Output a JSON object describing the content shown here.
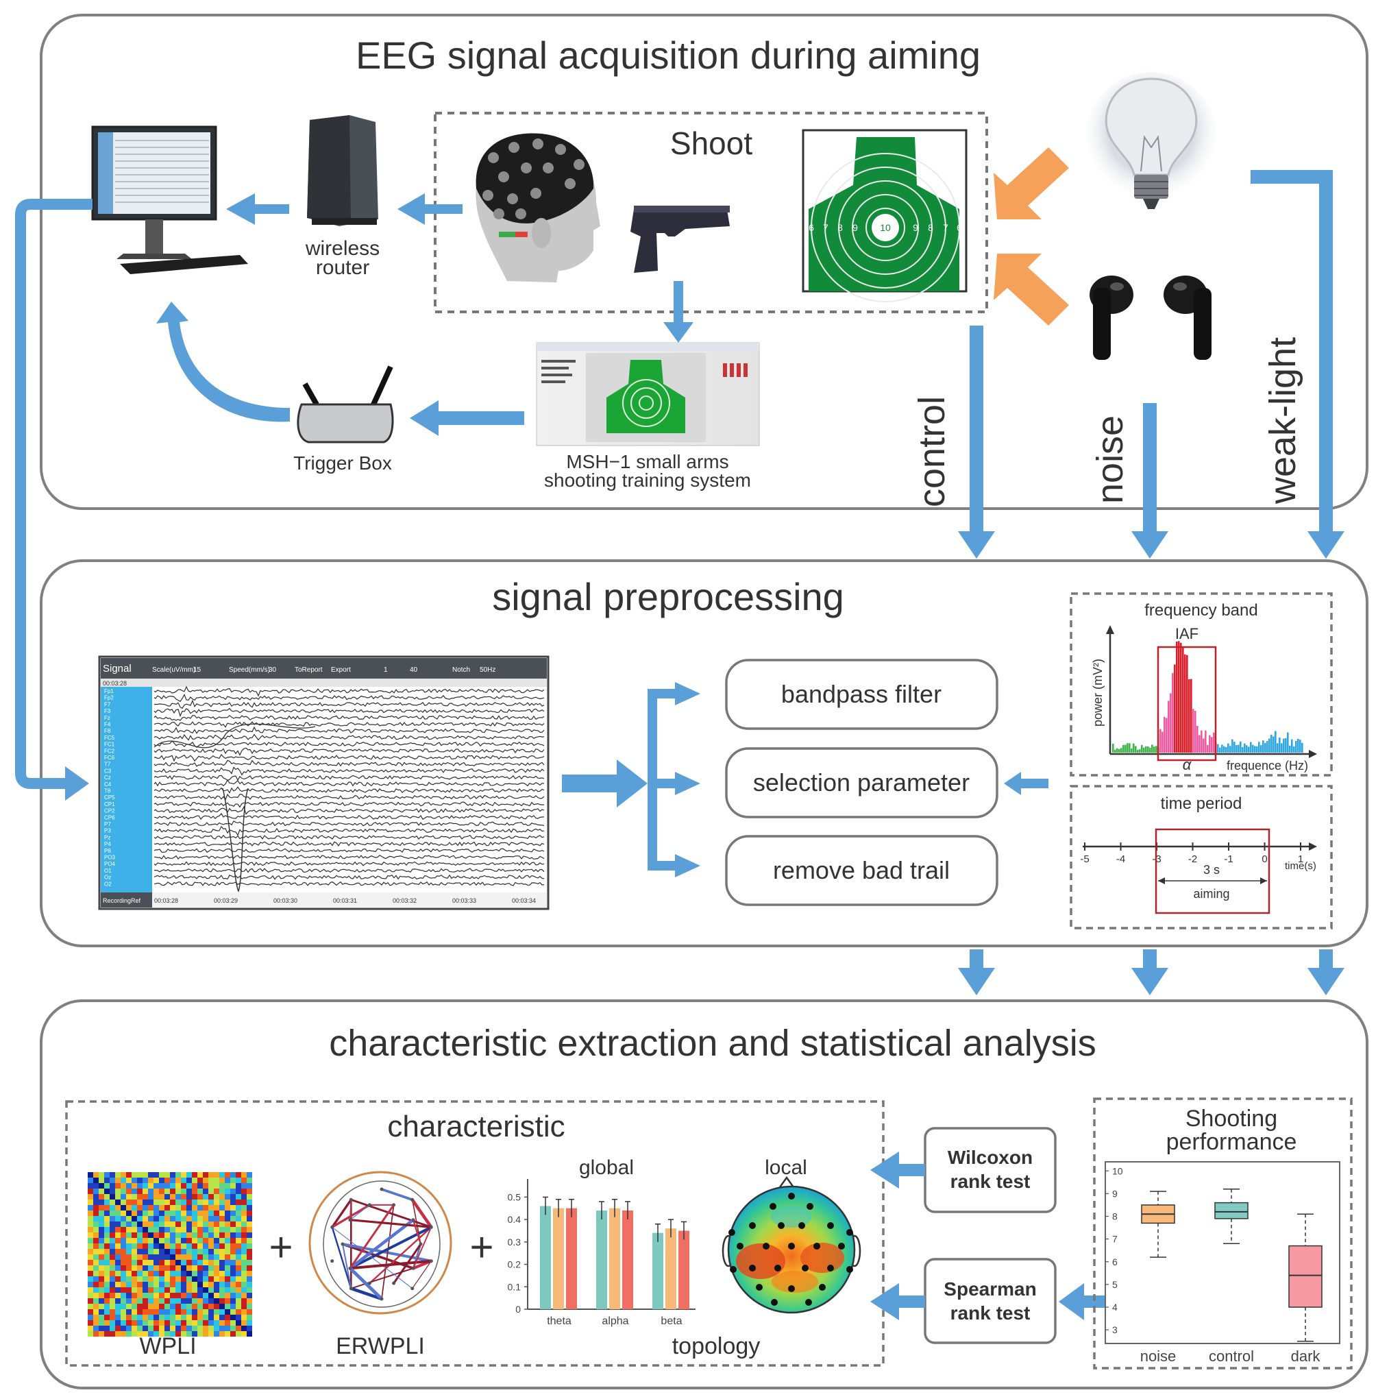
{
  "sections": {
    "acquisition": {
      "title": "EEG signal acquisition during aiming",
      "shoot_label": "Shoot",
      "router_label": [
        "wireless",
        "router"
      ],
      "trigger_label": "Trigger Box",
      "msh_label": [
        "MSH−1 small arms",
        "shooting training system"
      ],
      "target_rings": [
        "6",
        "7",
        "8",
        "9",
        "10",
        "9",
        "8",
        "7",
        "6"
      ]
    },
    "conditions": [
      "control",
      "noise",
      "weak-light"
    ],
    "preprocessing": {
      "title": "signal preprocessing",
      "steps": [
        "bandpass filter",
        "selection parameter",
        "remove bad trail"
      ],
      "eeg_toolbar": [
        "Signal",
        "Scale(uV/mm)",
        "15",
        "Speed(mm/s)",
        "30",
        "ToReport",
        "Export",
        "1",
        "40",
        "Notch",
        "50Hz"
      ],
      "eeg_channels": [
        "Fp1",
        "Fp2",
        "F7",
        "F3",
        "Fz",
        "F4",
        "F8",
        "FC5",
        "FC1",
        "FC2",
        "FC6",
        "T7",
        "C3",
        "Cz",
        "C4",
        "T8",
        "CP5",
        "CP1",
        "CP2",
        "CP6",
        "P7",
        "P3",
        "Pz",
        "P4",
        "P8",
        "PO3",
        "PO4",
        "O1",
        "Oz",
        "O2"
      ],
      "eeg_times": [
        "00:03:28",
        "00:03:29",
        "00:03:30",
        "00:03:31",
        "00:03:32",
        "00:03:33",
        "00:03:34"
      ],
      "eeg_start": "00:03:28",
      "eeg_footer": "RecordingRef",
      "freq_panel": {
        "title": "frequency band",
        "iaf": "IAF",
        "ylabel": "power (mV²)",
        "xlabel": "frequence (Hz)",
        "alpha": "α"
      },
      "time_panel": {
        "title": "time period",
        "ticks": [
          "-5",
          "-4",
          "-3",
          "-2",
          "-1",
          "0",
          "1"
        ],
        "unit": "time(s)",
        "duration": "3 s",
        "window_label": "aiming"
      }
    },
    "analysis": {
      "title": "characteristic extraction and statistical analysis",
      "characteristic_title": "characteristic",
      "wpli_label": "WPLI",
      "erwpli_label": "ERWPLI",
      "plus": "+",
      "global_label": "global",
      "local_label": "local",
      "topology_label": "topology",
      "wilcoxon": [
        "Wilcoxon",
        "rank test"
      ],
      "spearman": [
        "Spearman",
        "rank test"
      ],
      "performance_title": [
        "Shooting",
        "performance"
      ]
    }
  },
  "chart_data": [
    {
      "type": "bar",
      "title": "global",
      "categories": [
        "theta",
        "alpha",
        "beta"
      ],
      "series": [
        {
          "values": [
            0.46,
            0.44,
            0.34
          ]
        },
        {
          "values": [
            0.45,
            0.45,
            0.36
          ]
        },
        {
          "values": [
            0.45,
            0.44,
            0.35
          ]
        }
      ],
      "yticks": [
        "0",
        "0.1",
        "0.2",
        "0.3",
        "0.4",
        "0.5"
      ],
      "ylim": [
        0,
        0.55
      ],
      "colors": [
        "#7ec8c0",
        "#f7b977",
        "#ef6f63"
      ]
    },
    {
      "type": "box",
      "title": "Shooting performance",
      "categories": [
        "noise",
        "control",
        "dark"
      ],
      "boxes": [
        {
          "min": 6.2,
          "q1": 7.7,
          "median": 8.1,
          "q3": 8.5,
          "max": 9.1
        },
        {
          "min": 6.8,
          "q1": 7.9,
          "median": 8.2,
          "q3": 8.6,
          "max": 9.2
        },
        {
          "min": 2.5,
          "q1": 4.0,
          "median": 5.4,
          "q3": 6.7,
          "max": 8.1
        }
      ],
      "yticks": [
        "3",
        "4",
        "5",
        "6",
        "7",
        "8",
        "9",
        "10"
      ],
      "ylim": [
        2.4,
        10.4
      ],
      "colors": [
        "#f9b97a",
        "#80cbc4",
        "#f59aa0"
      ]
    }
  ],
  "colors": {
    "arrow": "#5b9fd9",
    "orange_arrow": "#f5a15a",
    "box_border": "#7a7a7a",
    "target_green": "#118a3a",
    "iaf_red": "#c0202c"
  }
}
